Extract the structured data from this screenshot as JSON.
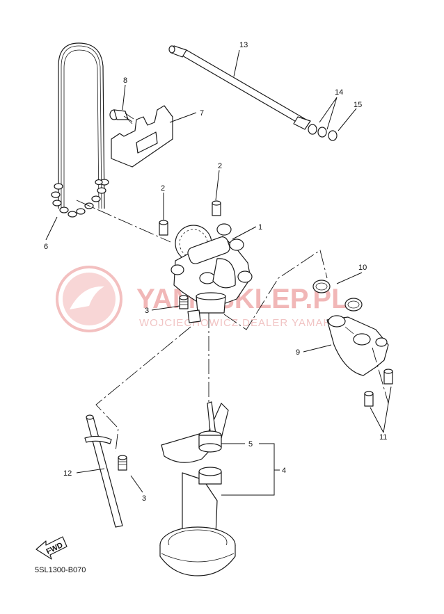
{
  "diagram_code": "5SL1300-B070",
  "fwd_label": "FWD",
  "watermark": {
    "brand": "YAMASKLEP.PL",
    "tagline": "WOJCIECHOWICZ DEALER YAMAHA"
  },
  "callouts": [
    {
      "id": "1",
      "label": "1"
    },
    {
      "id": "2a",
      "label": "2"
    },
    {
      "id": "2b",
      "label": "2"
    },
    {
      "id": "3a",
      "label": "3"
    },
    {
      "id": "3b",
      "label": "3"
    },
    {
      "id": "4",
      "label": "4"
    },
    {
      "id": "5",
      "label": "5"
    },
    {
      "id": "6",
      "label": "6"
    },
    {
      "id": "7",
      "label": "7"
    },
    {
      "id": "8",
      "label": "8"
    },
    {
      "id": "9",
      "label": "9"
    },
    {
      "id": "10",
      "label": "10"
    },
    {
      "id": "11",
      "label": "11"
    },
    {
      "id": "12",
      "label": "12"
    },
    {
      "id": "13",
      "label": "13"
    },
    {
      "id": "14",
      "label": "14"
    },
    {
      "id": "15",
      "label": "15"
    }
  ]
}
